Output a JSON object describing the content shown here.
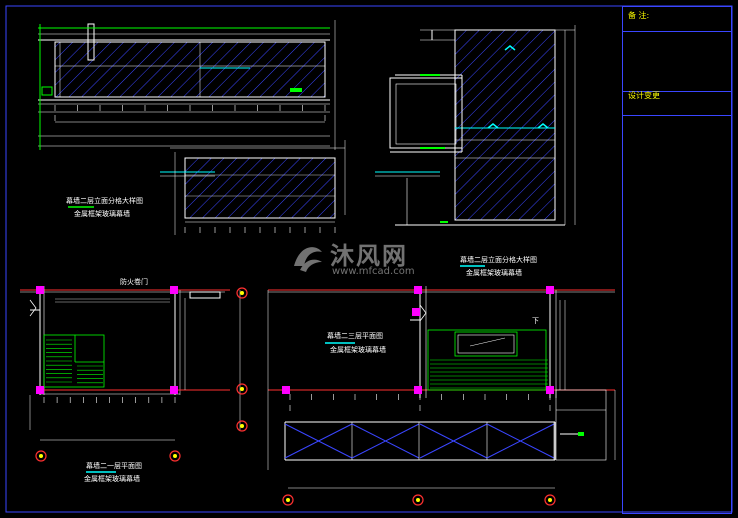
{
  "colors": {
    "background": "#000000",
    "frame": "#3a46ff",
    "line": "#ffffff",
    "hatch": "#3a46ff",
    "cyan": "#00ffff",
    "green": "#00ff00",
    "magenta": "#ff00ff",
    "yellow": "#ffff00",
    "red": "#ff3030"
  },
  "title_block": {
    "label_top": "备 注:",
    "label_mid": "设计变更"
  },
  "drawings": {
    "elev_a_title": "幕墙二层立面分格大样图",
    "elev_a_sub": "金属框架玻璃幕墙",
    "elev_b_title": "幕墙二层立面分格大样图",
    "elev_b_sub": "金属框架玻璃幕墙",
    "plan_a_title": "幕墙二一层平面图",
    "plan_a_sub": "金属框架玻璃幕墙",
    "plan_b_title": "幕墙二三层平面图",
    "plan_b_sub": "金属框架玻璃幕墙",
    "plan_a_note": "防火卷门",
    "plan_b_down": "下"
  },
  "watermark": {
    "cn": "沐风网",
    "url": "www.mfcad.com"
  },
  "icons": [
    "watermark-logo-icon",
    "grid-axis-bubble-icon",
    "column-marker-icon",
    "stair-arrow-icon"
  ]
}
